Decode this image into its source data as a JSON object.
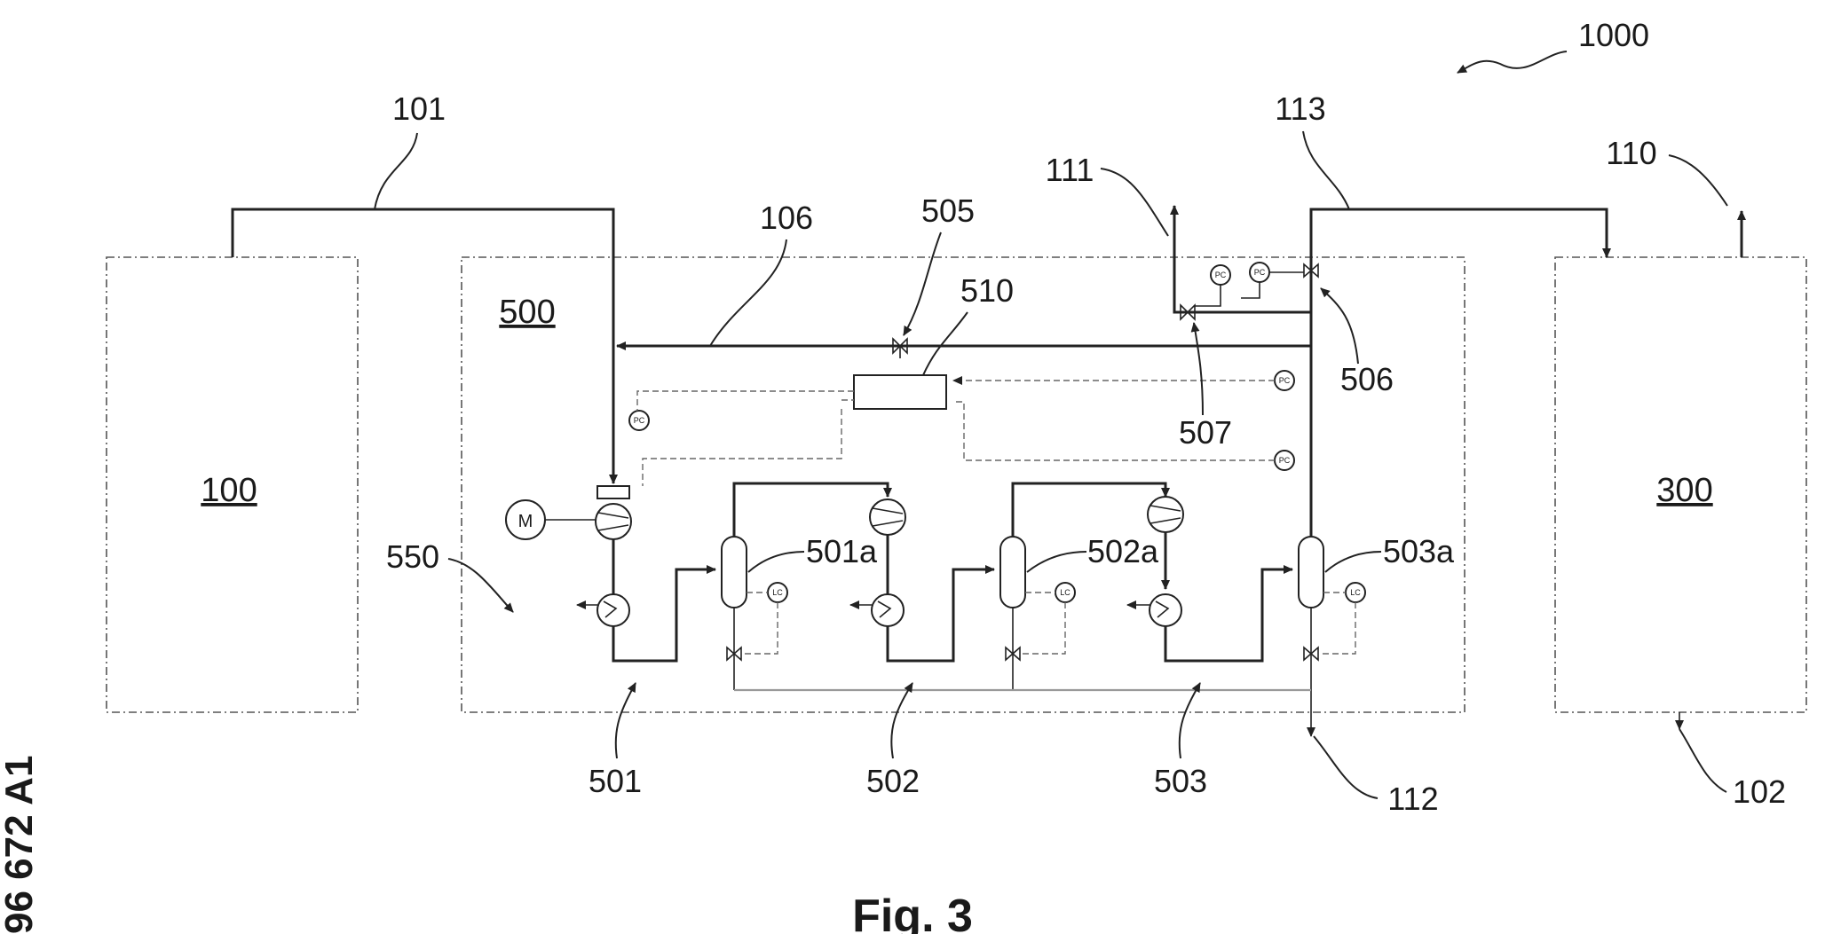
{
  "figure": {
    "caption": "Fig. 3",
    "side_text": "96 672 A1"
  },
  "blocks": {
    "b100": "100",
    "b500": "500",
    "b300": "300"
  },
  "refs": {
    "r1000": "1000",
    "r101": "101",
    "r106": "106",
    "r505": "505",
    "r510": "510",
    "r111": "111",
    "r113": "113",
    "r110": "110",
    "r506": "506",
    "r507": "507",
    "r550": "550",
    "r501a": "501a",
    "r502a": "502a",
    "r503a": "503a",
    "r501": "501",
    "r502": "502",
    "r503": "503",
    "r112": "112",
    "r102": "102"
  },
  "instruments": {
    "motor": "M",
    "pc": "PC",
    "lc": "LC"
  }
}
